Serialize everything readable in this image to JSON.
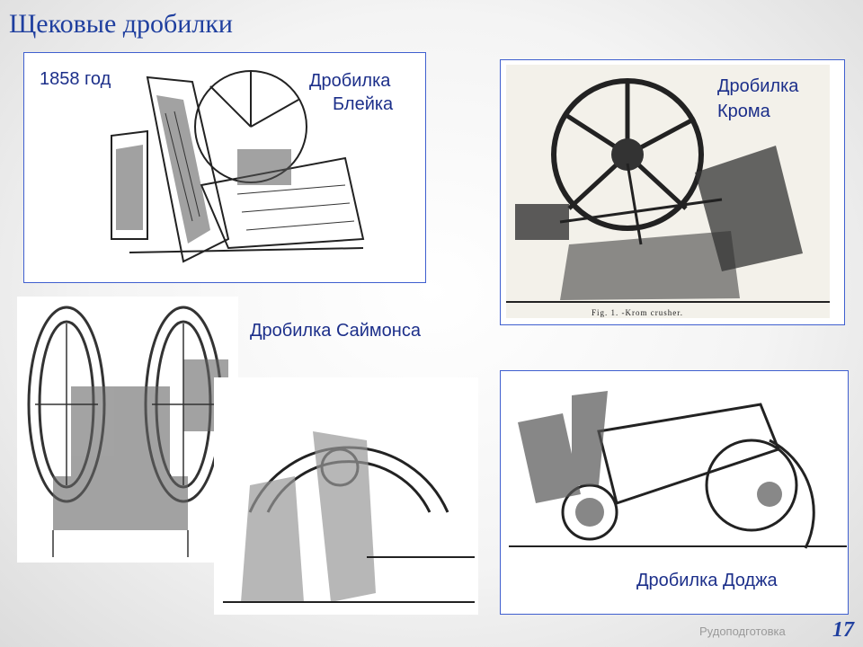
{
  "slide": {
    "title": "Щековые дробилки",
    "footer": "Рудоподготовка",
    "page_number": "17"
  },
  "blake": {
    "year": "1858 год",
    "label_line1": "Дробилка",
    "label_line2": "Блейка"
  },
  "krom": {
    "label_line1": "Дробилка",
    "label_line2": "Крома",
    "caption": "Fig. 1. -Krom crusher."
  },
  "simons": {
    "label": "Дробилка Саймонса"
  },
  "dodge": {
    "label": "Дробилка Доджа"
  },
  "colors": {
    "title": "#1f3f9f",
    "frame_border": "#3f5fcf",
    "label": "#1c2f8a"
  }
}
